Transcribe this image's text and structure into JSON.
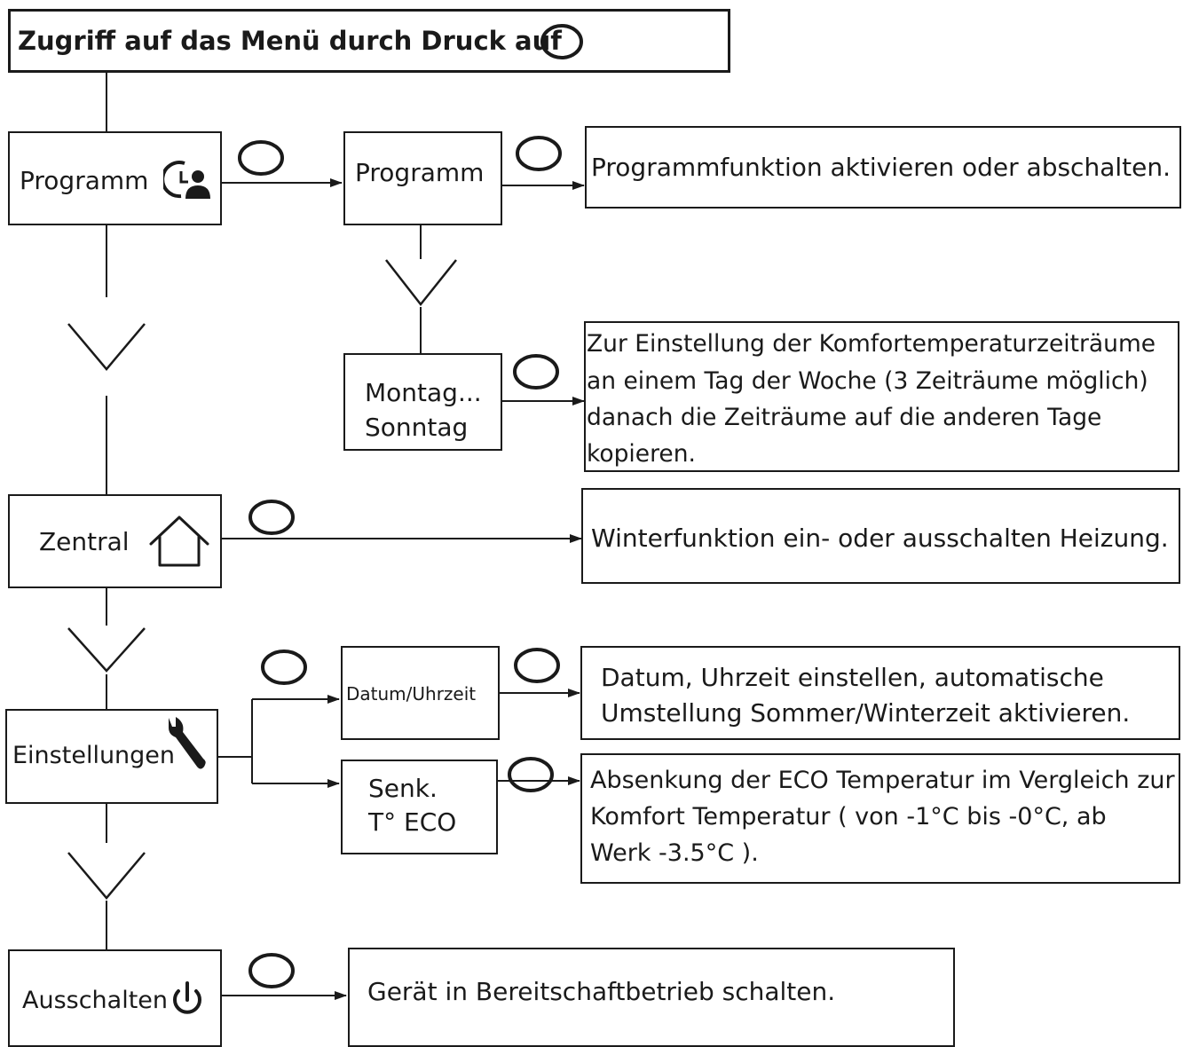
{
  "header": {
    "title": "Zugriff auf das Menü durch Druck auf"
  },
  "menu": {
    "programm": "Programm",
    "zentral": "Zentral",
    "einstellungen": "Einstellungen",
    "ausschalten": "Ausschalten"
  },
  "submenu": {
    "programm": "Programm",
    "montag": "Montag...",
    "sonntag": "Sonntag",
    "datum": "Datum/Uhrzeit",
    "senk": "Senk.",
    "eco": "T° ECO"
  },
  "descriptions": {
    "programm": "Programmfunktion aktivieren oder abschalten.",
    "komfort_lines": [
      "Zur Einstellung der Komfortemperaturzeiträume",
      "an einem Tag der Woche (3 Zeiträume möglich)",
      "danach die Zeiträume auf die anderen Tage",
      "kopieren."
    ],
    "zentral": "Winterfunktion ein- oder ausschalten Heizung.",
    "datum_lines": [
      "Datum, Uhrzeit einstellen, automatische",
      "Umstellung Sommer/Winterzeit aktivieren."
    ],
    "eco_lines": [
      "Absenkung der ECO Temperatur im Vergleich zur",
      "Komfort Temperatur ( von -1°C bis -0°C, ab",
      "Werk -3.5°C )."
    ],
    "ausschalten": "Gerät in Bereitschaftbetrieb schalten."
  },
  "icons": {
    "button": "oval-button-icon",
    "programm": "clock-person-icon",
    "zentral": "house-icon",
    "einstellungen": "wrench-icon",
    "ausschalten": "power-icon"
  }
}
